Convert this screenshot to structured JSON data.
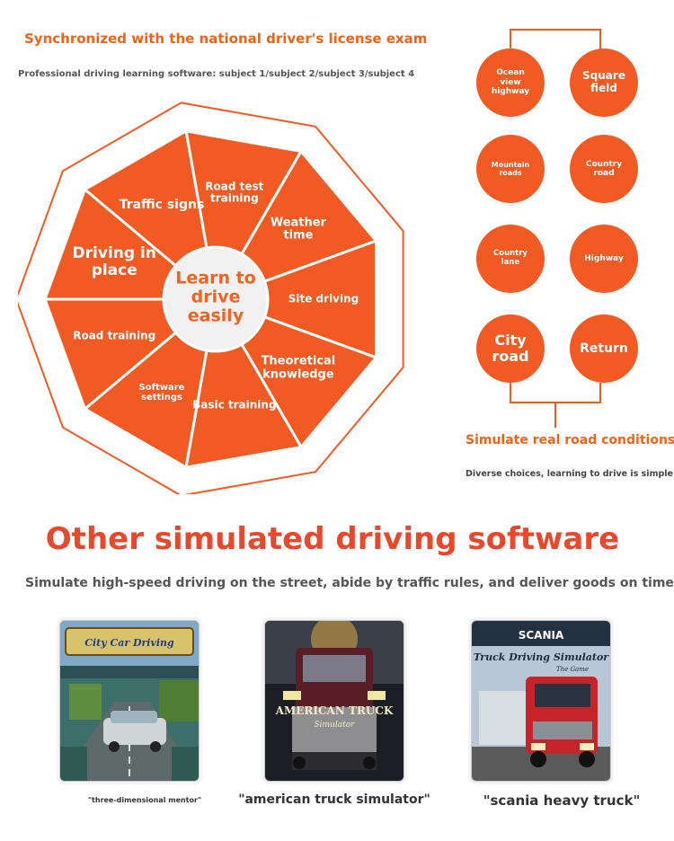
{
  "header": {
    "title": "Synchronized with the national driver's license exam",
    "subtitle": "Professional driving learning software: subject 1/subject 2/subject 3/subject 4"
  },
  "wheel": {
    "center": "Learn to drive easily",
    "segments": [
      {
        "label": "Road test training"
      },
      {
        "label": "Weather time"
      },
      {
        "label": "Site driving"
      },
      {
        "label": "Theoretical knowledge"
      },
      {
        "label": "Basic training"
      },
      {
        "label": "Software settings"
      },
      {
        "label": "Road training"
      },
      {
        "label": "Driving in place"
      },
      {
        "label": "Traffic signs"
      }
    ]
  },
  "road_conditions": {
    "items": [
      {
        "label": "Ocean view highway"
      },
      {
        "label": "Square field"
      },
      {
        "label": "Mountain roads"
      },
      {
        "label": "Country road"
      },
      {
        "label": "Country lane"
      },
      {
        "label": "Highway"
      },
      {
        "label": "City road"
      },
      {
        "label": "Return"
      }
    ],
    "title": "Simulate real road conditions",
    "subtitle": "Diverse choices, learning to drive is simple"
  },
  "other": {
    "title": "Other simulated driving software",
    "subtitle": "Simulate high-speed driving on the street, abide by traffic rules, and deliver goods on time",
    "games": [
      {
        "cover_text": "City Car Driving",
        "caption": "\"three-dimensional mentor\""
      },
      {
        "cover_text": "AMERICAN TRUCK",
        "cover_text2": "Simulator",
        "caption": "\"american truck simulator\""
      },
      {
        "cover_brand": "SCANIA",
        "cover_text": "Truck Driving Simulator",
        "cover_text2": "The Game",
        "caption": "\"scania heavy truck\""
      }
    ]
  },
  "colors": {
    "accent": "#f15a22",
    "title_red": "#e8482b",
    "text_orange": "#f06418"
  }
}
